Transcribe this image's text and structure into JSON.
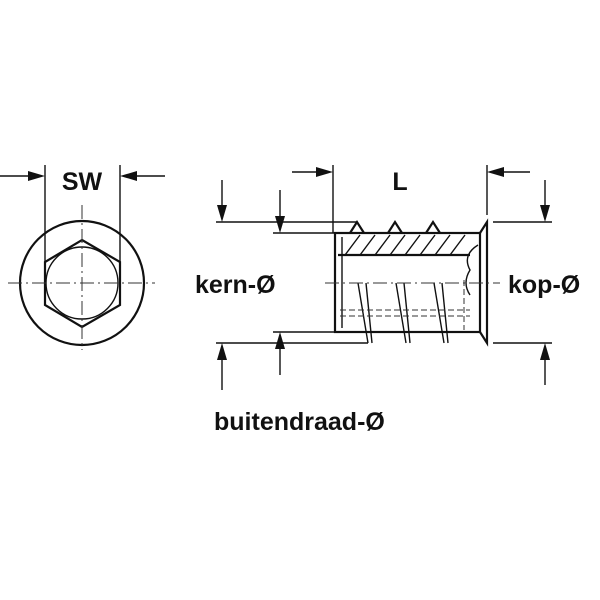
{
  "labels": {
    "wrench_size": "SW",
    "length": "L",
    "core_diameter": "kern-Ø",
    "head_diameter": "kop-Ø",
    "outer_thread_diameter": "buitendraad-Ø"
  }
}
